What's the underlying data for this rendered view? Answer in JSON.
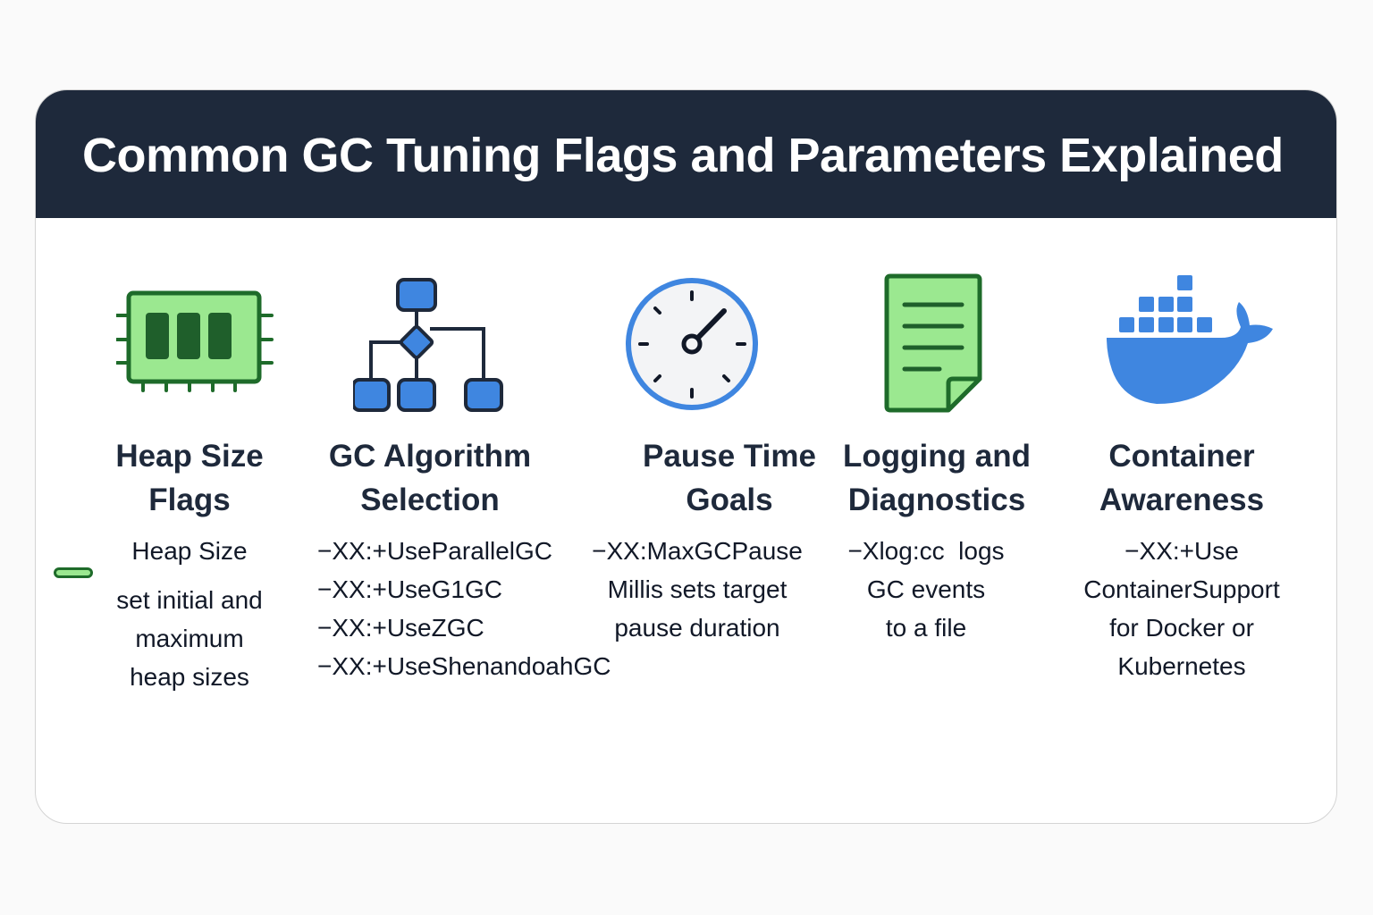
{
  "title": "Common GC Tuning Flags and Parameters Explained",
  "colors": {
    "header_bg": "#1e293b",
    "green_fill": "#9be890",
    "green_dark": "#1e6b2a",
    "blue": "#3f86e0",
    "navy": "#1e293b"
  },
  "columns": [
    {
      "icon": "memory-chip-icon",
      "heading": [
        "Heap Size",
        "Flags"
      ],
      "desc": [
        "Heap Size",
        "set initial and",
        "maximum",
        "heap sizes"
      ],
      "inline_icon": "memory-chip-mini-icon"
    },
    {
      "icon": "flowchart-icon",
      "heading": [
        "GC Algorithm",
        "Selection"
      ],
      "desc": [
        "−XX:+UseParallelGC",
        "−XX:+UseG1GC",
        "−XX:+UseZGC",
        "−XX:+UseShenandoahGC"
      ]
    },
    {
      "icon": "clock-icon",
      "heading": [
        "Pause Time",
        "Goals"
      ],
      "desc": [
        "−XX:MaxGCPause",
        "Millis sets target",
        "pause duration"
      ]
    },
    {
      "icon": "document-icon",
      "heading": [
        "Logging and",
        "Diagnostics"
      ],
      "desc": [
        "−Xlog:cc  logs",
        "GC events",
        "to a file"
      ]
    },
    {
      "icon": "docker-whale-icon",
      "heading": [
        "Container",
        "Awareness"
      ],
      "desc": [
        "−XX:+Use",
        "ContainerSupport",
        "for Docker or",
        "Kubernetes"
      ]
    }
  ]
}
